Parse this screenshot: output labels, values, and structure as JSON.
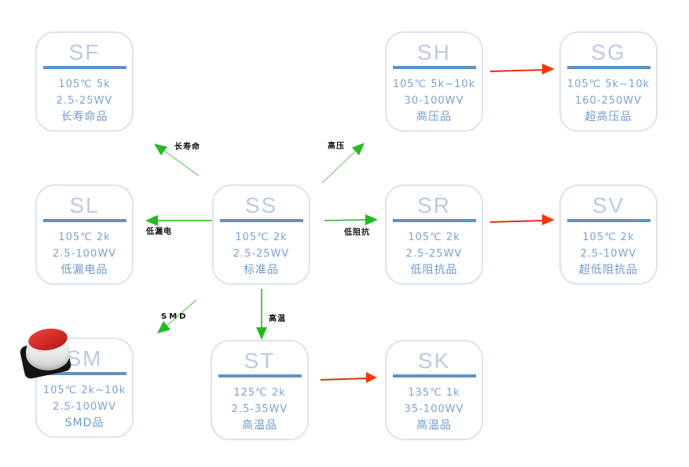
{
  "diagram": {
    "boxes": [
      {
        "id": "SF",
        "title": "SF",
        "line1": "105℃ 5k",
        "line2": "2.5-25WV",
        "line3": "长寿命品"
      },
      {
        "id": "SH",
        "title": "SH",
        "line1": "105℃ 5k~10k",
        "line2": "30-100WV",
        "line3": "高压品"
      },
      {
        "id": "SG",
        "title": "SG",
        "line1": "105℃ 5k~10k",
        "line2": "160-250WV",
        "line3": "超高压品"
      },
      {
        "id": "SL",
        "title": "SL",
        "line1": "105℃ 2k",
        "line2": "2.5-100WV",
        "line3": "低漏电品"
      },
      {
        "id": "SS",
        "title": "SS",
        "line1": "105℃ 2k",
        "line2": "2.5-25WV",
        "line3": "标准品"
      },
      {
        "id": "SR",
        "title": "SR",
        "line1": "105℃ 2k",
        "line2": "2.5-25WV",
        "line3": "低阻抗品"
      },
      {
        "id": "SV",
        "title": "SV",
        "line1": "105℃ 2k",
        "line2": "2.5-10WV",
        "line3": "超低阻抗品"
      },
      {
        "id": "SM",
        "title": "SM",
        "line1": "105℃ 2k~10k",
        "line2": "2.5-100WV",
        "line3": "SMD品"
      },
      {
        "id": "ST",
        "title": "ST",
        "line1": "125℃ 2k",
        "line2": "2.5-35WV",
        "line3": "高温品"
      },
      {
        "id": "SK",
        "title": "SK",
        "line1": "135℃ 1k",
        "line2": "35-100WV",
        "line3": "高温品"
      }
    ],
    "arrow_labels": {
      "long_life": "长寿命",
      "high_voltage": "高压",
      "low_leakage": "低漏电",
      "low_impedance": "低阻抗",
      "smd": "SMD",
      "high_temp": "高温"
    },
    "colors": {
      "green_arrow": "#22bb22",
      "red_arrow": "#ee3300",
      "box_border": "#dbe3ef",
      "title_text": "#bccadf",
      "underline": "#5e92c6",
      "spec_text": "#7ba2d2"
    }
  }
}
